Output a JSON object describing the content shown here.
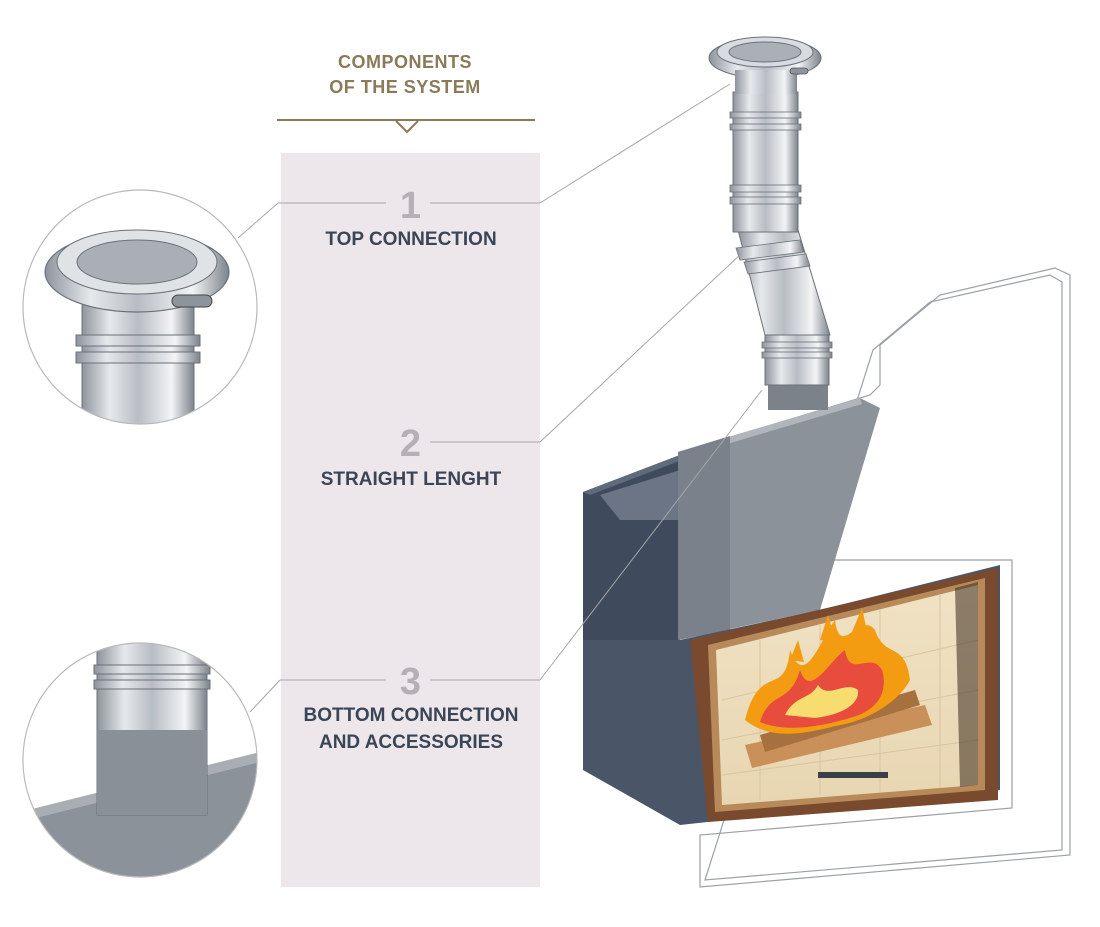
{
  "header": {
    "line1": "COMPONENTS",
    "line2": "OF THE SYSTEM"
  },
  "components": [
    {
      "number": "1",
      "label_line1": "TOP CONNECTION",
      "label_line2": ""
    },
    {
      "number": "2",
      "label_line1": "STRAIGHT LENGHT",
      "label_line2": ""
    },
    {
      "number": "3",
      "label_line1": "BOTTOM CONNECTION",
      "label_line2": "AND ACCESSORIES"
    }
  ],
  "colors": {
    "accent": "#8a7a5a",
    "panel": "#ede7ec",
    "number": "#b5b0b5",
    "label": "#3a4556",
    "fireplace_body": "#4a5568",
    "frame": "#7a4a2e",
    "flame": "#f39c12"
  }
}
